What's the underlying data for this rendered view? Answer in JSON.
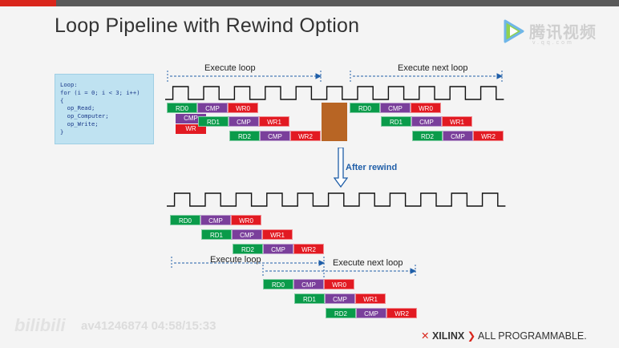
{
  "slide": {
    "title": "Loop Pipeline with Rewind Option",
    "watermark_logo_text": "腾讯视频",
    "watermark_sub": "v.qq.com",
    "footer_bili": "bilibili",
    "footer_av": "av41246874 04:58/15:33",
    "brand_x": "✕",
    "brand_name": "XILINX",
    "brand_arrow": "❯",
    "brand_slogan": "ALL PROGRAMMABLE."
  },
  "code": {
    "text": "Loop:\nfor (i = 0; i < 3; i++)\n{\n  op_Read;\n  op_Computer;\n  op_Write;\n}",
    "ops": [
      "RD",
      "CMP",
      "WR"
    ]
  },
  "labels": {
    "execute_loop_top": "Execute loop",
    "execute_next_loop_top": "Execute next loop",
    "after_rewind": "After rewind",
    "execute_loop_bottom": "Execute loop",
    "execute_next_loop_bottom": "Execute next loop"
  },
  "pipeline_top_1": {
    "rows": [
      [
        "RD0",
        "CMP",
        "WR0"
      ],
      [
        "RD1",
        "CMP",
        "WR1"
      ],
      [
        "RD2",
        "CMP",
        "WR2"
      ]
    ]
  },
  "pipeline_top_2": {
    "rows": [
      [
        "RD0",
        "CMP",
        "WR0"
      ],
      [
        "RD1",
        "CMP",
        "WR1"
      ],
      [
        "RD2",
        "CMP",
        "WR2"
      ]
    ]
  },
  "pipeline_bottom_1": {
    "rows": [
      [
        "RD0",
        "CMP",
        "WR0"
      ],
      [
        "RD1",
        "CMP",
        "WR1"
      ],
      [
        "RD2",
        "CMP",
        "WR2"
      ]
    ]
  },
  "pipeline_bottom_2": {
    "rows": [
      [
        "RD0",
        "CMP",
        "WR0"
      ],
      [
        "RD1",
        "CMP",
        "WR1"
      ],
      [
        "RD2",
        "CMP",
        "WR2"
      ]
    ]
  },
  "colors": {
    "rd": "#0a9b4a",
    "cmp": "#7a3f9b",
    "wr": "#e21a22",
    "stall": "#b86524",
    "arrow": "#1f5ea8"
  }
}
